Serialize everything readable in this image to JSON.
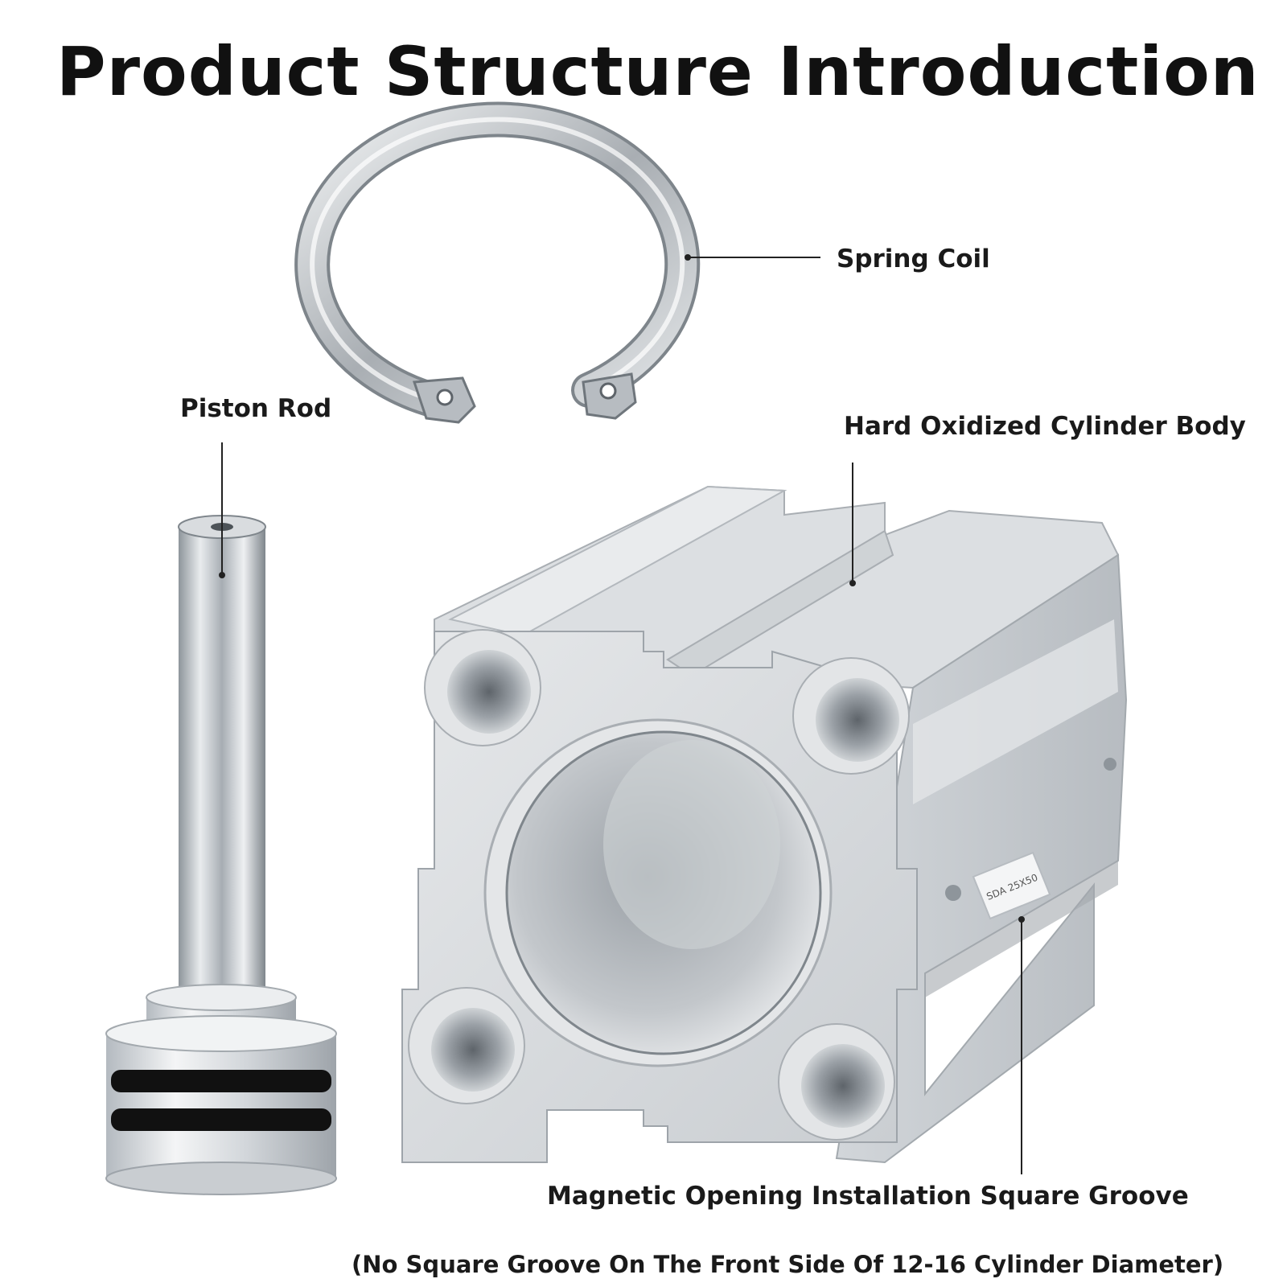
{
  "title": "Product Structure Introduction",
  "labels": {
    "spring_coil": "Spring Coil",
    "piston_rod": "Piston Rod",
    "cylinder_body": "Hard Oxidized Cylinder Body",
    "square_groove": "Magnetic Opening Installation Square Groove",
    "note": "(No Square Groove On The Front Side Of 12-16 Cylinder Diameter)"
  },
  "cylinder_marking": "SDA 25X50",
  "colors": {
    "text": "#111111",
    "aluminum": "#d6d9dc",
    "steel": "#b9bec3",
    "seal": "#111111"
  }
}
